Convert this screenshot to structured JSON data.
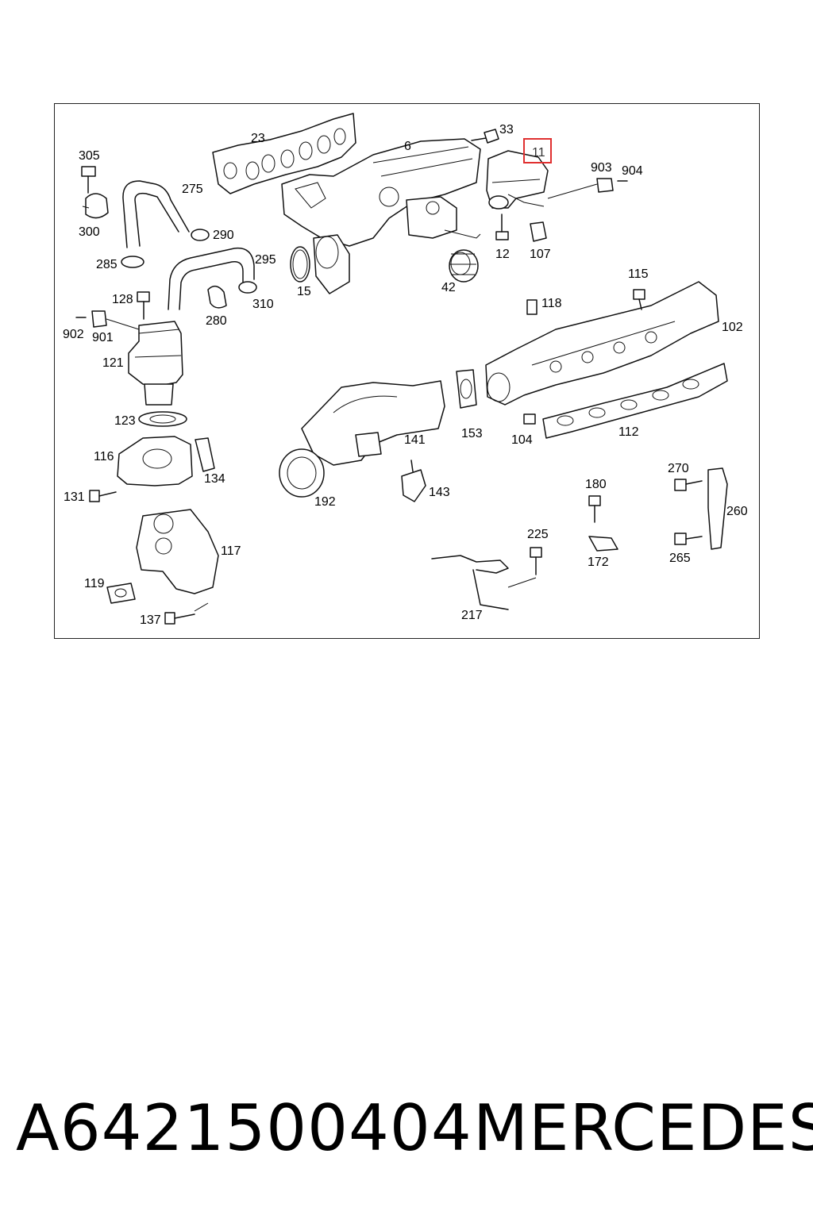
{
  "footer": {
    "part_number": "A6421500404",
    "brand": "MERCEDES"
  },
  "highlight": {
    "label": "11",
    "color": "#e03030"
  },
  "callouts": {
    "c23": "23",
    "c6": "6",
    "c33": "33",
    "c903": "903",
    "c904": "904",
    "c305": "305",
    "c275": "275",
    "c300": "300",
    "c290": "290",
    "c285": "285",
    "c295": "295",
    "c15": "15",
    "c42": "42",
    "c12": "12",
    "c107": "107",
    "c128": "128",
    "c310": "310",
    "c280": "280",
    "c902": "902",
    "c901": "901",
    "c115": "115",
    "c118": "118",
    "c102": "102",
    "c121": "121",
    "c123": "123",
    "c141": "141",
    "c153": "153",
    "c104": "104",
    "c112": "112",
    "c116": "116",
    "c134": "134",
    "c131": "131",
    "c192": "192",
    "c143": "143",
    "c270": "270",
    "c180": "180",
    "c260": "260",
    "c117": "117",
    "c225": "225",
    "c172": "172",
    "c265": "265",
    "c119": "119",
    "c137": "137",
    "c217": "217"
  }
}
